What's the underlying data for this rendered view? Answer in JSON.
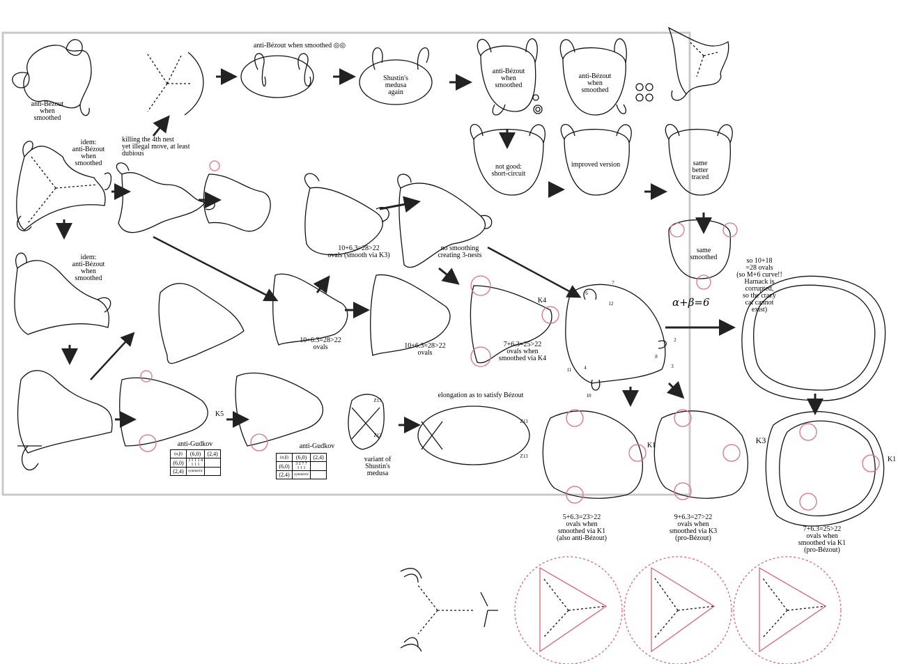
{
  "colors": {
    "ink": "#111111",
    "frame": "#c8c8c8",
    "red": "#e07080",
    "pinkdash": "#e0607a"
  },
  "labels": {
    "anti_bezout_1": "anti-Bézout\nwhen\nsmoothed",
    "idem_1": "idem:\nanti-Bézout\nwhen\nsmoothed",
    "idem_2": "idem:\nanti-Bézout\nwhen\nsmoothed",
    "killing": "killing the 4th nest\nyet illegal move, at least\ndubious",
    "anti_bezout_circles": "anti-Bézout when smoothed ◎◎",
    "shustin": "Shustin's\nmedusa\nagain",
    "anti_bezout_2": "anti-Bézout\nwhen\nsmoothed",
    "anti_bezout_3": "anti-Bézout\nwhen\nsmoothed",
    "not_good": "not good:\nshort-circuit",
    "improved": "improved version",
    "same_better": "same\nbetter\ntraced",
    "same_smoothed": "same\nsmoothed",
    "ovals_smooth_k3": "10+6.3=28>22\novals (smooth via K3)",
    "no_smoothing": "no smoothing\ncreating 3-nests",
    "so_10_18": "so 10+18\n=28 ovals\n(so M+6 curve!!\nHarnack is\ncorrupted,\nso the crazy\ncat cannot\nexist)",
    "alpha_beta": "α+β=6",
    "ovals_a": "10+6.3=28>22\novals",
    "ovals_b": "10+6.3=28>22\novals",
    "ovals_k4": "7+6.3=25>22\novals when\nsmoothed via K4",
    "k4": "K4",
    "k5": "K5",
    "anti_gudkov_1": "anti-Gudkov",
    "anti_gudkov_2": "anti-Gudkov",
    "elongation": "elongation as to satisfy Bézout",
    "variant": "variant of\nShustin's\nmedusa",
    "z13_a": "Z13",
    "z13_b": "Z13",
    "z13_c": "Z13",
    "z13_d": "Z13",
    "ovals_k1": "5+6.3=23>22\novals when\nsmoothed via K1\n(also anti-Bézout)",
    "ovals_k3": "9+6.3=27>22\novals when\nsmoothed via K3\n(pro-Bézout)",
    "ovals_k1b": "7+6.3=25>22\novals when\nsmoothed via K1\n(pro-Bézout)",
    "k1_a": "K1",
    "k3_a": "K3",
    "k1_b": "K1",
    "n6": "6",
    "n7": "7",
    "n12": "12",
    "n2": "2",
    "n8": "8",
    "n3": "3",
    "n4": "4",
    "n11": "11",
    "n10": "10"
  },
  "tables": [
    {
      "corner": "(α,β)",
      "cols": [
        "(6,0)",
        "(2,4)"
      ],
      "rows": [
        {
          "head": "(6,0)",
          "cells": [
            "3 1 1 1 4\n  1 1 1",
            ""
          ]
        },
        {
          "head": "(2,4)",
          "cells": [
            "symmetric",
            ""
          ]
        }
      ]
    },
    {
      "corner": "(α,β)",
      "cols": [
        "(6,0)",
        "(2,4)"
      ],
      "rows": [
        {
          "head": "(6,0)",
          "cells": [
            "3 2 7 7\n  1 1 1",
            ""
          ]
        },
        {
          "head": "(2,4)",
          "cells": [
            "symmetric",
            ""
          ]
        }
      ]
    }
  ]
}
